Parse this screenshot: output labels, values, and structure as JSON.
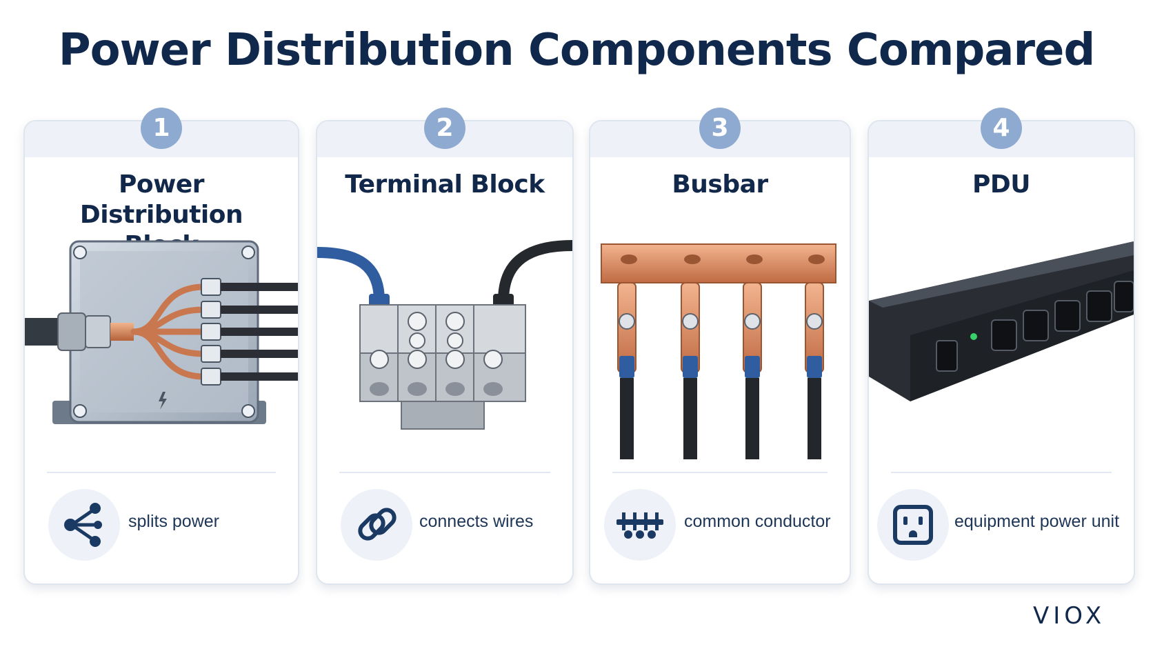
{
  "title": "Power Distribution Components Compared",
  "brand": "VIOX",
  "colors": {
    "title": "#10284b",
    "badge": "#8faad0",
    "band": "#eef2f8",
    "copper": "#c9774e",
    "navy_icon": "#1b3a63",
    "brand_accent": "#e0662b"
  },
  "cards": [
    {
      "number": "1",
      "title": "Power Distribution Block",
      "feature": "splits power",
      "icon": "share-split-icon"
    },
    {
      "number": "2",
      "title": "Terminal Block",
      "feature": "connects wires",
      "icon": "chain-link-icon"
    },
    {
      "number": "3",
      "title": "Busbar",
      "feature": "common conductor",
      "icon": "busbar-icon"
    },
    {
      "number": "4",
      "title": "PDU",
      "feature": "equipment power unit",
      "icon": "outlet-icon"
    }
  ]
}
